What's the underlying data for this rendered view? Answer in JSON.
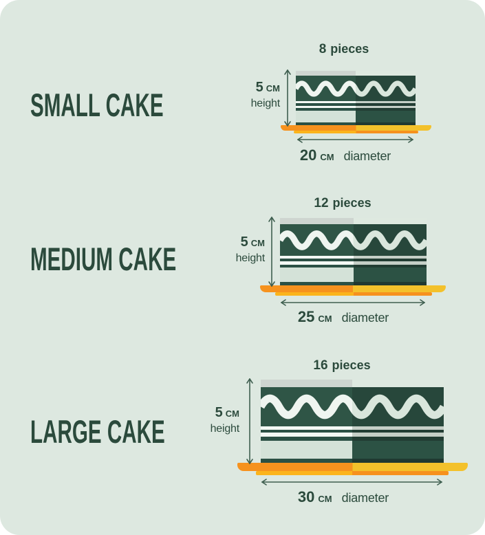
{
  "infographic": {
    "background_color": "#dde8e0",
    "outside_color": "#ffffff",
    "text_color": "#2b4a3c",
    "arrow_color": "#3e5e4f",
    "rows": [
      {
        "id": "small",
        "title": "SMALL CAKE",
        "pieces": "8",
        "pieces_word": "pieces",
        "height": "5",
        "height_unit": "CM",
        "height_word": "height",
        "diameter": "20",
        "diameter_unit": "CM",
        "diameter_word": "diameter"
      },
      {
        "id": "medium",
        "title": "MEDIUM CAKE",
        "pieces": "12",
        "pieces_word": "pieces",
        "height": "5",
        "height_unit": "CM",
        "height_word": "height",
        "diameter": "25",
        "diameter_unit": "CM",
        "diameter_word": "diameter"
      },
      {
        "id": "large",
        "title": "LARGE CAKE",
        "pieces": "16",
        "pieces_word": "pieces",
        "height": "5",
        "height_unit": "CM",
        "height_word": "height",
        "diameter": "30",
        "diameter_unit": "CM",
        "diameter_word": "diameter"
      }
    ],
    "cake_colors": {
      "left": {
        "top_strip": "#ced5d0",
        "wave_band": "#2f5546",
        "wave": "#eff5f0",
        "stripe_light": "#f3f8f4",
        "stripe_dark": "#2b5044",
        "body": "#d4e2d8",
        "bottom": "#2b5044"
      },
      "right": {
        "top_strip": "#dee9e0",
        "wave_band": "#27473b",
        "wave": "#d9e6dc",
        "stripe_light": "#c5cfc7",
        "stripe_dark": "#223d33",
        "body": "#2c5244",
        "bottom": "#203931"
      },
      "plate": {
        "left": "#f6921e",
        "right": "#f3c12b",
        "shadow_left": "#fbb41c",
        "shadow_right": "#f6911e"
      }
    }
  }
}
